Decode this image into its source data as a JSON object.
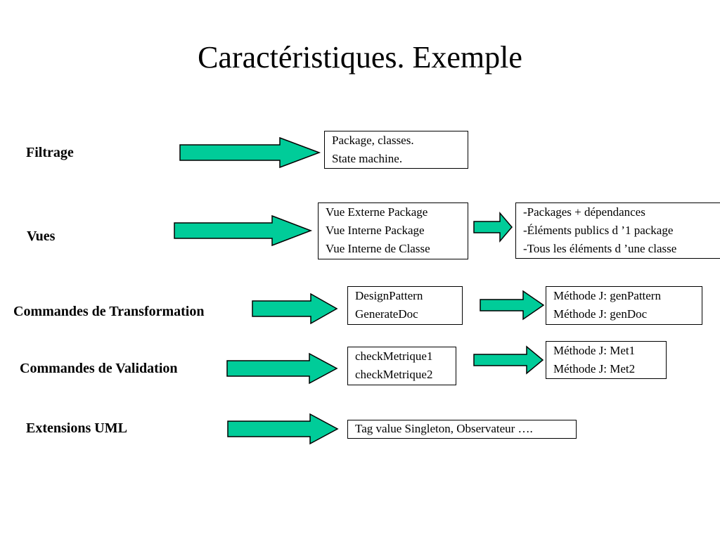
{
  "title": "Caractéristiques. Exemple",
  "arrow_color": "#00cc99",
  "rows": [
    {
      "label": "Filtrage",
      "box1": [
        "Package, classes.",
        "State machine."
      ]
    },
    {
      "label": "Vues",
      "box1": [
        "Vue Externe Package",
        "Vue Interne Package",
        "Vue Interne de Classe"
      ],
      "box2": [
        "-Packages + dépendances",
        "-Éléments publics d ’1 package",
        "-Tous les éléments d ’une classe"
      ]
    },
    {
      "label": "Commandes de Transformation",
      "box1": [
        "DesignPattern",
        "GenerateDoc"
      ],
      "box2": [
        "Méthode J: genPattern",
        "Méthode J: genDoc"
      ]
    },
    {
      "label": "Commandes de Validation",
      "box1": [
        "checkMetrique1",
        "checkMetrique2"
      ],
      "box2": [
        "Méthode J: Met1",
        "Méthode J: Met2"
      ]
    },
    {
      "label": "Extensions UML",
      "box1": [
        "Tag value Singleton, Observateur …."
      ]
    }
  ]
}
